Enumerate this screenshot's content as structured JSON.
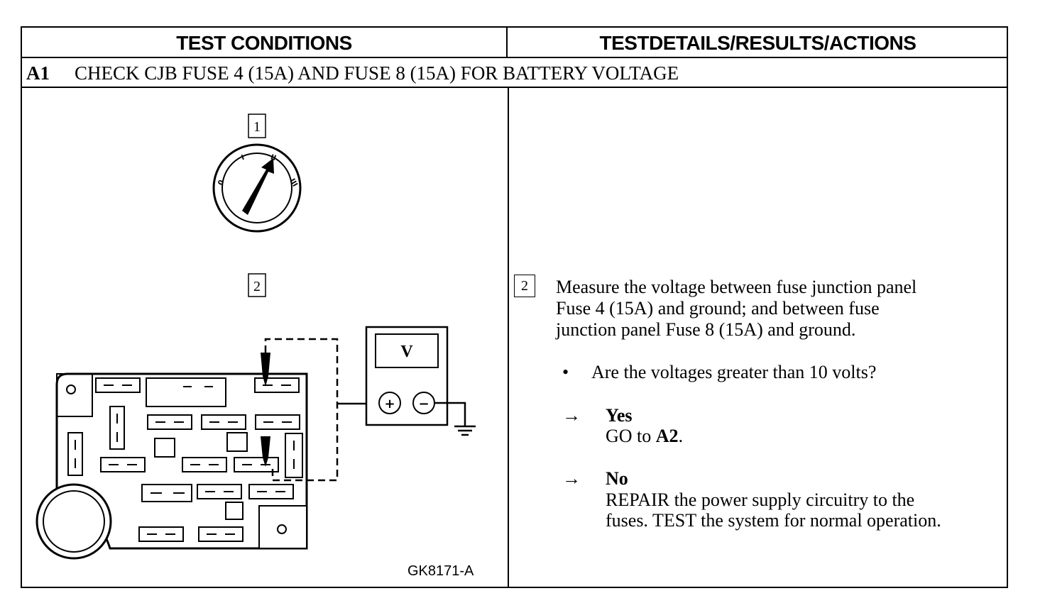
{
  "headers": {
    "left": "TEST CONDITIONS",
    "right": "TESTDETAILS/RESULTS/ACTIONS"
  },
  "step": {
    "id": "A1",
    "title": "CHECK CJB FUSE 4 (15A) AND FUSE 8 (15A) FOR BATTERY VOLTAGE"
  },
  "diagram": {
    "callout_1": "1",
    "callout_2": "2",
    "ignition_positions": [
      "0",
      "I",
      "II",
      "III"
    ],
    "meter_label": "V",
    "meter_plus": "+",
    "meter_minus": "−",
    "reference": "GK8171-A"
  },
  "details": {
    "step_number": "2",
    "instruction_lines": [
      "Measure the voltage between fuse junction panel",
      "Fuse 4 (15A) and ground; and between fuse",
      "junction panel Fuse 8 (15A) and ground."
    ],
    "bullet": "•",
    "question": "Are the voltages greater than 10 volts?",
    "arrow": "→",
    "yes_label": "Yes",
    "yes_action_prefix": "GO to ",
    "yes_action_target": "A2",
    "yes_action_suffix": ".",
    "no_label": "No",
    "no_action_lines": [
      "REPAIR the power supply circuitry to the",
      "fuses. TEST the system for normal operation."
    ]
  }
}
